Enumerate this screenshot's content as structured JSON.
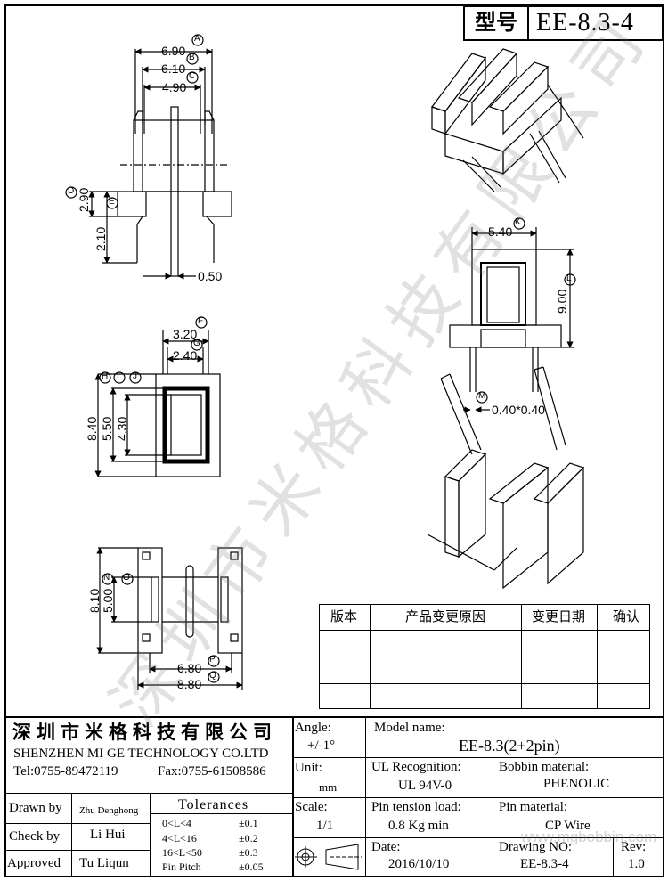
{
  "part_header": {
    "label": "型号",
    "value": "EE-8.3-4"
  },
  "front_view": {
    "width_a": "6.90",
    "width_b": "6.10",
    "width_c": "4.90",
    "height_d": "2.90",
    "height_e": "2.10",
    "pin_width": "0.50",
    "markers": [
      "A",
      "B",
      "C",
      "D",
      "E"
    ]
  },
  "top_view": {
    "width_f": "3.20",
    "width_g": "2.40",
    "height_h": "8.40",
    "height_i": "5.50",
    "height_j": "4.30",
    "markers": [
      "F",
      "G",
      "H",
      "I",
      "J"
    ]
  },
  "bottom_view": {
    "height_n": "8.10",
    "height_o": "5.00",
    "width_p": "6.80",
    "width_q": "8.80",
    "markers": [
      "N",
      "O",
      "P",
      "Q"
    ]
  },
  "side_view": {
    "width_k": "5.40",
    "height_l": "9.00",
    "pin_m": "0.40*0.40",
    "markers": [
      "K",
      "L",
      "M"
    ]
  },
  "revision_table": {
    "headers": [
      "版本",
      "产品变更原因",
      "变更日期",
      "确认"
    ],
    "rows": [
      [
        "",
        "",
        "",
        ""
      ],
      [
        "",
        "",
        "",
        ""
      ],
      [
        "",
        "",
        "",
        ""
      ]
    ]
  },
  "title_block": {
    "company_cn": "深圳市米格科技有限公司",
    "company_en": "SHENZHEN  MI GE TECHNOLOGY  CO.LTD",
    "tel": "Tel:0755-89472119",
    "fax": "Fax:0755-61508586",
    "angle_label": "Angle:",
    "angle_value": "+/-1°",
    "unit_label": "Unit:",
    "unit_value": "mm",
    "scale_label": "Scale:",
    "scale_value": "1/1",
    "model_label": "Model name:",
    "model_value": "EE-8.3(2+2pin)",
    "ul_label": "UL Recognition:",
    "ul_value": "UL 94V-0",
    "bobbin_label": "Bobbin material:",
    "bobbin_value": "PHENOLIC",
    "pin_tension_label": "Pin tension load:",
    "pin_tension_value": "0.8 Kg min",
    "pin_material_label": "Pin material:",
    "pin_material_value": "CP Wire",
    "date_label": "Date:",
    "date_value": "2016/10/10",
    "drawing_label": "Drawing NO:",
    "drawing_value": "EE-8.3-4",
    "rev_label": "Rev:",
    "rev_value": "1.0",
    "drawn_by_label": "Drawn by",
    "drawn_by_value": "Zhu Denghong",
    "check_by_label": "Check by",
    "check_by_value": "Li Hui",
    "approved_label": "Approved",
    "approved_value": "Tu Liqun",
    "tolerances_title": "Tolerances",
    "tolerances": [
      {
        "range": "0<L<4",
        "value": "±0.1"
      },
      {
        "range": "4<L<16",
        "value": "±0.2"
      },
      {
        "range": "16<L<50",
        "value": "±0.3"
      },
      {
        "range": "Pin Pitch",
        "value": "±0.05"
      }
    ]
  },
  "watermark": {
    "text": "深圳市米格科技有限公司",
    "url": "www.mgbobbin.com"
  }
}
